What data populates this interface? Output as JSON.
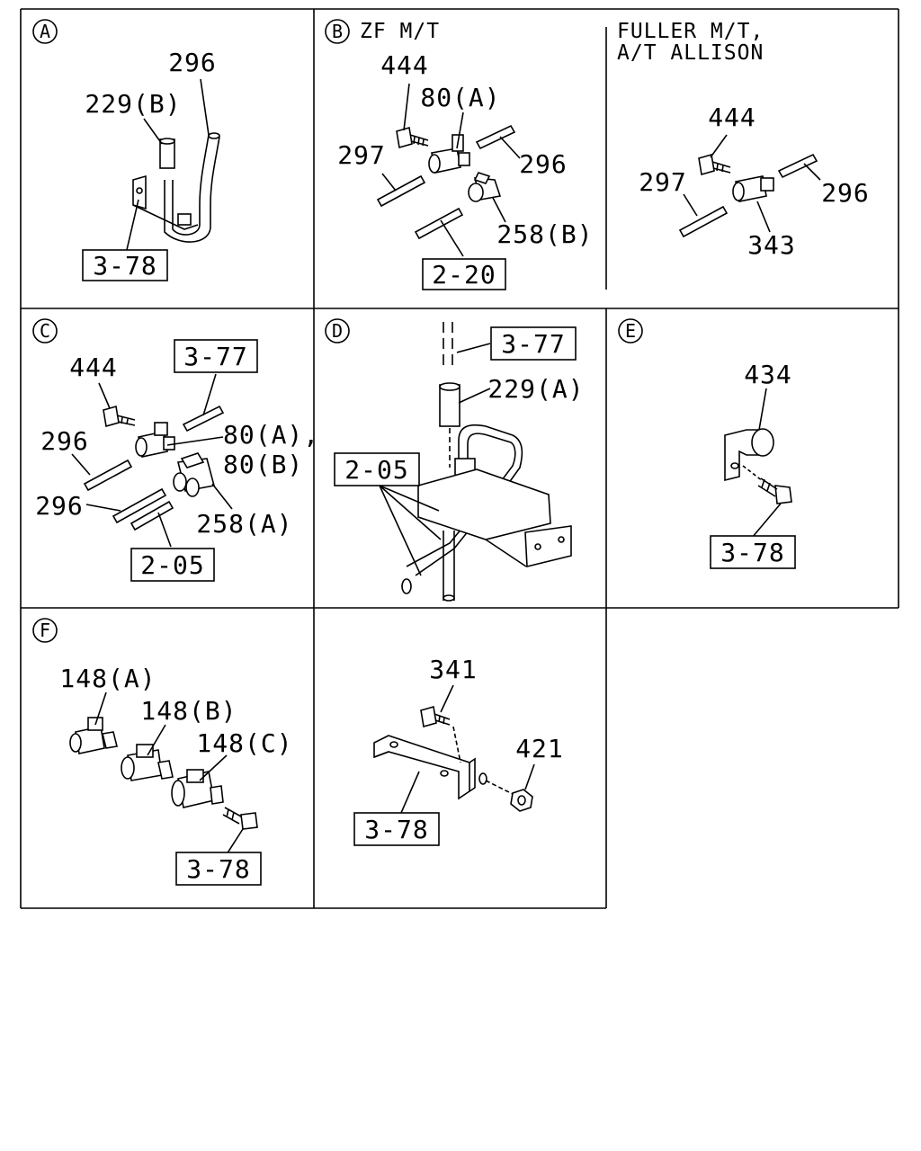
{
  "panels": {
    "A": {
      "marker": "A",
      "labels": {
        "l296": "296",
        "l229b": "229(B)",
        "ref": "3-78"
      }
    },
    "B": {
      "marker": "B",
      "title": "ZF M/T",
      "labels": {
        "l444": "444",
        "l80a": "80(A)",
        "l297": "297",
        "l296": "296",
        "l258b": "258(B)",
        "ref": "2-20"
      },
      "alt_title_1": "FULLER M/T,",
      "alt_title_2": "A/T ALLISON",
      "alt_labels": {
        "l444": "444",
        "l297": "297",
        "l296": "296",
        "l343": "343"
      }
    },
    "C": {
      "marker": "C",
      "labels": {
        "ref1": "3-77",
        "l444": "444",
        "l296a": "296",
        "l80a": "80(A),",
        "l80b": "80(B)",
        "l296b": "296",
        "l258a": "258(A)",
        "ref2": "2-05"
      }
    },
    "D": {
      "marker": "D",
      "labels": {
        "ref1": "3-77",
        "l229a": "229(A)",
        "ref2": "2-05"
      }
    },
    "E": {
      "marker": "E",
      "labels": {
        "l434": "434",
        "ref": "3-78"
      }
    },
    "F": {
      "marker": "F",
      "labels": {
        "l148a": "148(A)",
        "l148b": "148(B)",
        "l148c": "148(C)",
        "ref": "3-78"
      }
    },
    "G": {
      "labels": {
        "l341": "341",
        "l421": "421",
        "ref": "3-78"
      }
    }
  }
}
